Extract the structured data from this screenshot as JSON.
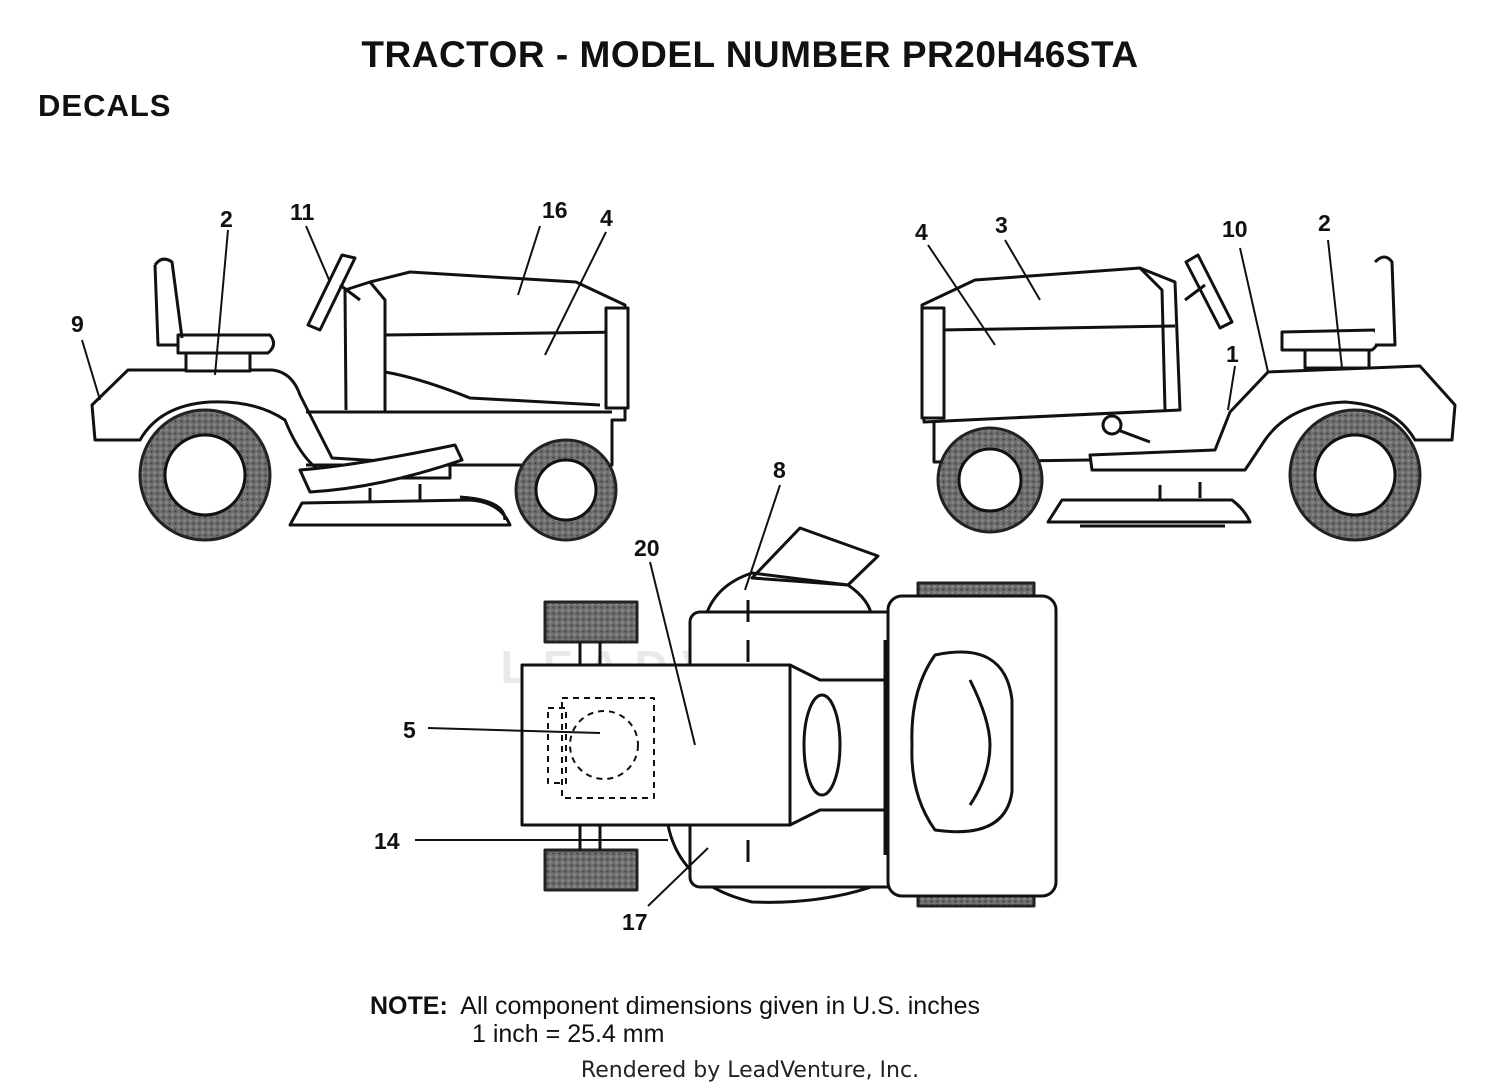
{
  "title": "TRACTOR - MODEL NUMBER PR20H46STA",
  "section": "DECALS",
  "watermark": "LEADVENTURE",
  "callouts": {
    "left_view": [
      "2",
      "11",
      "16",
      "4",
      "9"
    ],
    "right_view": [
      "4",
      "3",
      "10",
      "2",
      "1"
    ],
    "top_view": [
      "8",
      "20",
      "5",
      "14",
      "17"
    ]
  },
  "note": {
    "label": "NOTE:",
    "line1": "All component dimensions given in U.S. inches",
    "line2": "1 inch = 25.4 mm"
  },
  "footer": "Rendered by LeadVenture, Inc.",
  "colors": {
    "ink": "#111111",
    "tire": "#777777"
  }
}
